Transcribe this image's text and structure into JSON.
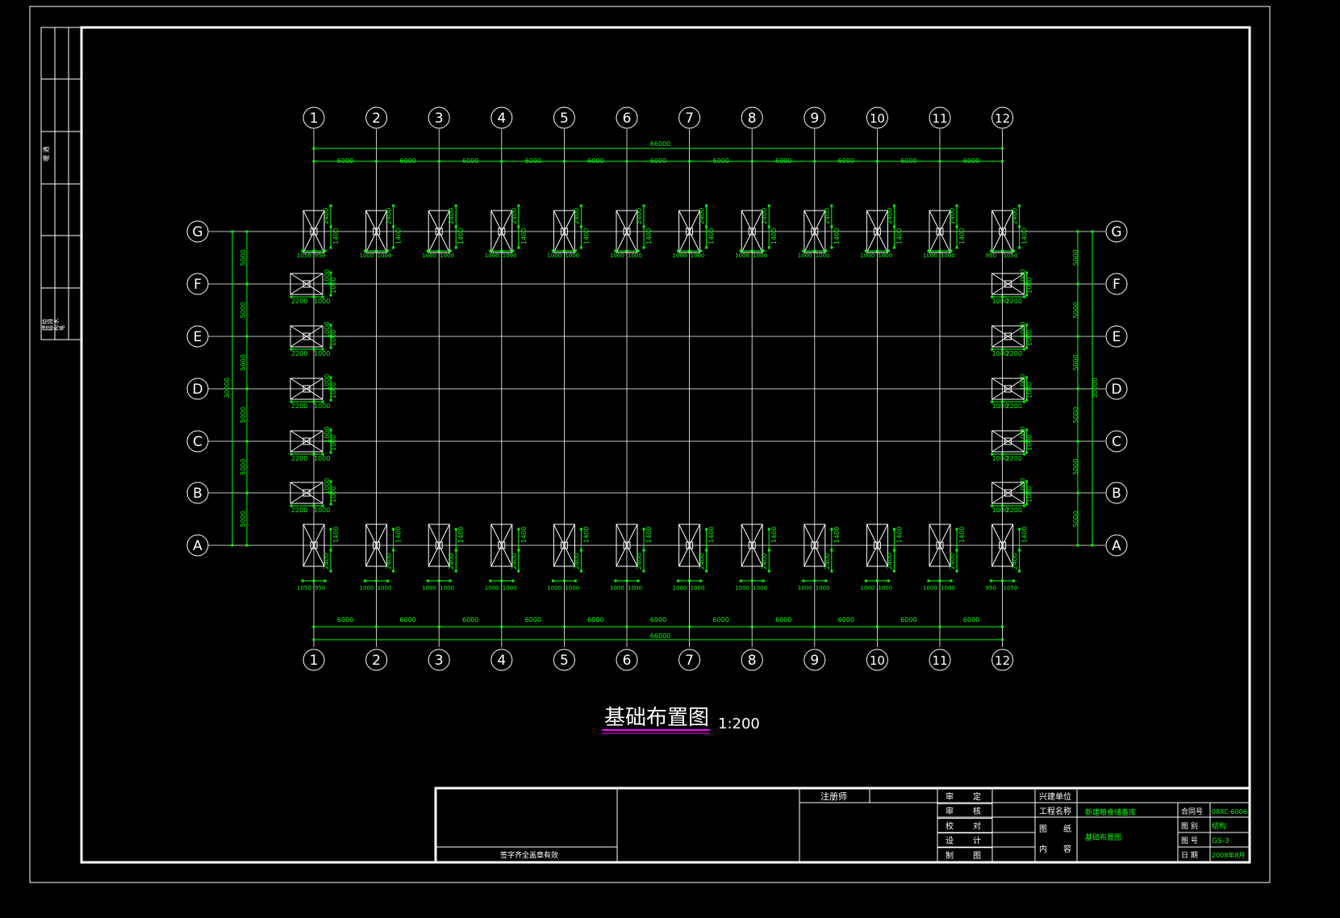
{
  "columns": [
    "1",
    "2",
    "3",
    "4",
    "5",
    "6",
    "7",
    "8",
    "9",
    "10",
    "11",
    "12"
  ],
  "rows": [
    "A",
    "B",
    "C",
    "D",
    "E",
    "F",
    "G"
  ],
  "dims": {
    "top_total": "66000",
    "bottom_total": "66000",
    "bay": "6000",
    "row_bay": "5000",
    "side_total": "30000",
    "top_end_left": [
      "1050",
      "950"
    ],
    "top_end_right": [
      "950",
      "1050"
    ],
    "top_mid": [
      "1000",
      "1000"
    ],
    "bot_end_left": [
      "1050",
      "950"
    ],
    "bot_end_right": [
      "950",
      "1050"
    ],
    "bot_mid": [
      "1000",
      "1000"
    ],
    "footing_long": "2400",
    "footing_short": "1400",
    "side_left": [
      "2200",
      "1000"
    ],
    "side_right": [
      "1000",
      "2200"
    ],
    "side_vert": [
      "1000",
      "1000"
    ]
  },
  "drawing": {
    "title": "基础布置图",
    "scale": "1:200"
  },
  "sidebar": {
    "label1": "暖 通",
    "label2": "建 结 构 电 给排水",
    "label2_chars": [
      "建",
      "结",
      "构",
      "电",
      "给",
      "排",
      "水"
    ]
  },
  "titleblock": {
    "stamp_note": "签字齐全盖章有效",
    "engineer": "注册师",
    "roles": [
      [
        "审",
        "定"
      ],
      [
        "审",
        "核"
      ],
      [
        "校",
        "对"
      ],
      [
        "设",
        "计"
      ],
      [
        "制",
        "图"
      ]
    ],
    "owner_label": "兴建单位",
    "project_label": "工程名称",
    "project_value": "新建粮食储备库",
    "content_label": [
      "图",
      "纸"
    ],
    "content_label2": [
      "内",
      "容"
    ],
    "content_value": "基础布置图",
    "contract_label": "合同号",
    "contract_value": "08XC-6006",
    "category_label": "图 别",
    "category_value": "结构",
    "number_label": "图 号",
    "number_value": "GS-3",
    "date_label": "日 期",
    "date_value": "2008年8月"
  },
  "colors": {
    "background": "#000000",
    "lines": "#ffffff",
    "dimension": "#00ff00",
    "title_underline": "#ff00ff"
  }
}
